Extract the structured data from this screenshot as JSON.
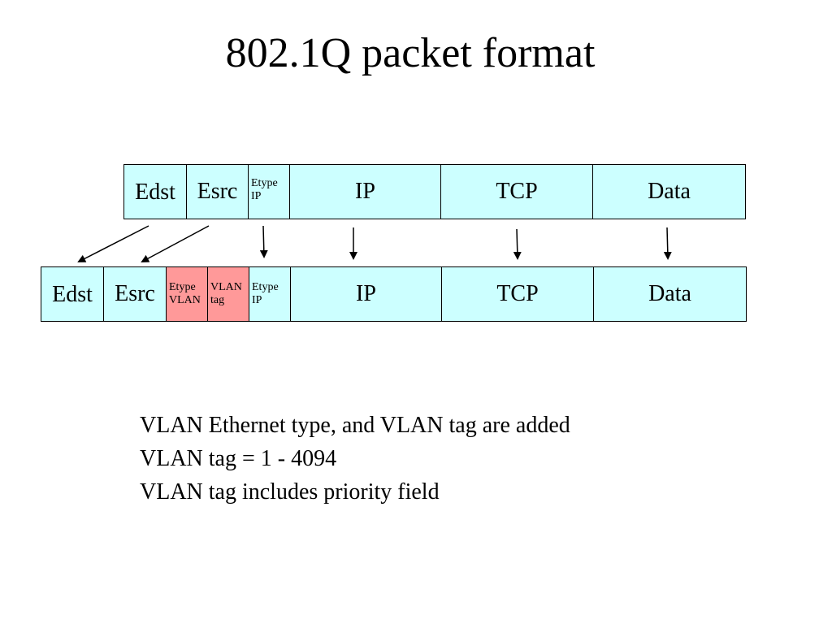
{
  "title": "802.1Q packet format",
  "original_packet": {
    "fields": [
      "Edst",
      "Esrc",
      "Etype\nIP",
      "IP",
      "TCP",
      "Data"
    ]
  },
  "tagged_packet": {
    "fields": [
      "Edst",
      "Esrc",
      "Etype\nVLAN",
      "VLAN\ntag",
      "Etype\nIP",
      "IP",
      "TCP",
      "Data"
    ]
  },
  "notes": [
    "VLAN Ethernet type, and VLAN tag are added",
    "VLAN tag = 1 - 4094",
    "VLAN tag includes priority field"
  ],
  "colors": {
    "field_fill": "#ccffff",
    "added_field_fill": "#ff9999",
    "stroke": "#000000"
  }
}
